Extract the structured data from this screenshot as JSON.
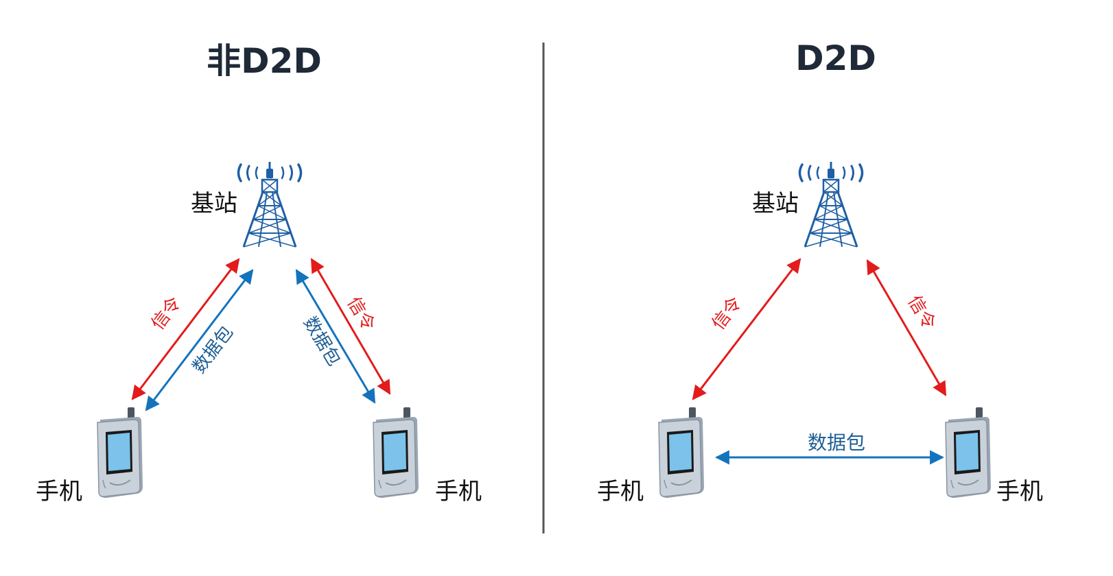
{
  "colors": {
    "signal": "#e31b1b",
    "data": "#1473bd",
    "data_text": "#1d5e94",
    "tower": "#1f5fa4",
    "title": "#1f2937",
    "divider": "#555555",
    "phone_body": "#c9d2da",
    "phone_screen": "#7cc2ea"
  },
  "icons": {
    "base_station": "cell-tower-icon",
    "phone": "mobile-phone-icon"
  },
  "panels": {
    "left": {
      "title": "非D2D",
      "base_station_label": "基站",
      "phone_left_label": "手机",
      "phone_right_label": "手机",
      "signal_left_label": "信令",
      "signal_right_label": "信令",
      "data_left_label": "数据包",
      "data_right_label": "数据包"
    },
    "right": {
      "title": "D2D",
      "base_station_label": "基站",
      "phone_left_label": "手机",
      "phone_right_label": "手机",
      "signal_left_label": "信令",
      "signal_right_label": "信令",
      "data_direct_label": "数据包"
    }
  }
}
